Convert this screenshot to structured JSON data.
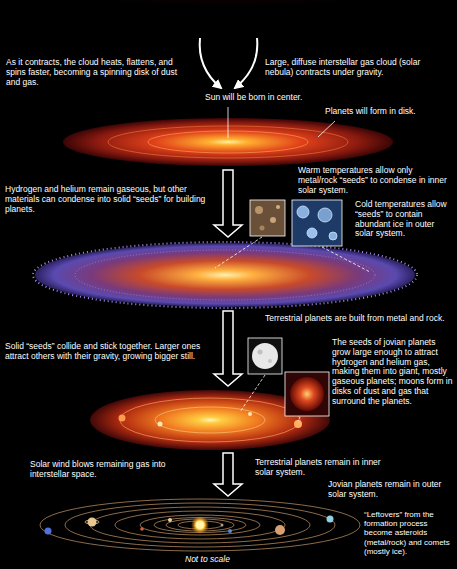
{
  "diagram": {
    "labels": [
      "As it contracts, the cloud heats, flattens, and spins faster, becoming a spinning disk of dust and gas.",
      "Large, diffuse interstellar gas cloud (solar nebula) contracts under gravity.",
      "Sun will be born in center.",
      "Planets will form in disk.",
      "Hydrogen and helium remain gaseous, but other materials can condense into solid “seeds” for building planets.",
      "Warm temperatures allow only metal/rock “seeds” to condense in inner solar system.",
      "Cold temperatures allow “seeds” to contain abundant ice in outer solar system.",
      "Solid “seeds” collide and stick together. Larger ones attract others with their gravity, growing bigger still.",
      "Terrestrial planets are built from metal and rock.",
      "The seeds of jovian planets grow large enough to attract hydrogen and helium gas, making them into giant, mostly gaseous planets; moons form in disks of dust and gas that surround the planets.",
      "Solar wind blows remaining gas into interstellar space.",
      "Terrestrial planets remain in inner solar system.",
      "Jovian planets remain in outer solar system.",
      "Not to scale",
      "“Leftovers” from the formation process become asteroids (metal/rock) and comets (mostly ice)."
    ]
  }
}
